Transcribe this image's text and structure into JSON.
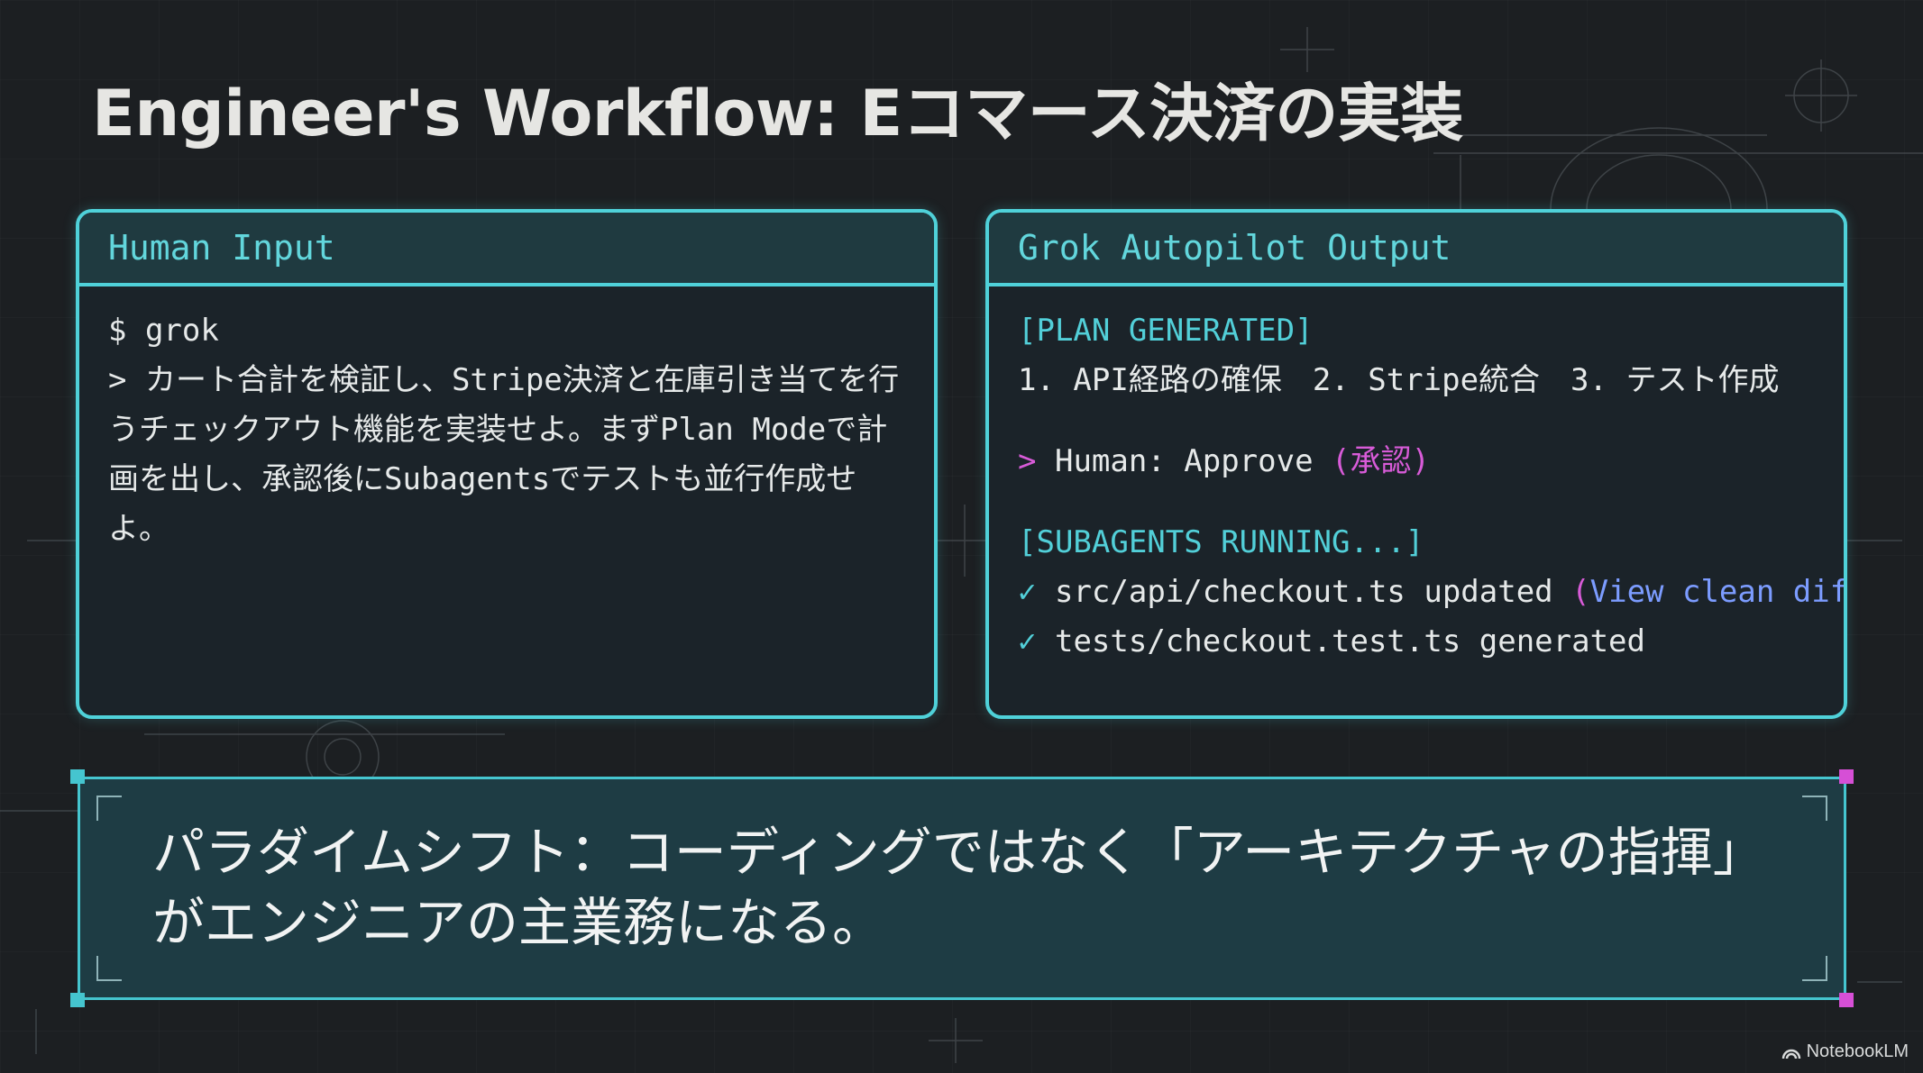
{
  "title": "Engineer's Workflow: Eコマース決済の実装",
  "human_panel": {
    "header": "Human Input",
    "lines": [
      "$ grok",
      "> カート合計を検証し、Stripe決済と在庫引き当てを行うチェックアウト機能を実装せよ。まずPlan Modeで計画を出し、承認後にSubagentsでテストも並行作成せよ。"
    ]
  },
  "grok_panel": {
    "header": "Grok Autopilot Output",
    "plan_tag": "[PLAN GENERATED]",
    "plan_steps": "1. API経路の確保　2. Stripe統合　3. テスト作成",
    "approve_prompt": ">",
    "approve_text": "Human: Approve",
    "approve_note": "(承認)",
    "running_tag": "[SUBAGENTS RUNNING...]",
    "check_mark": "✓",
    "result_1": "src/api/checkout.ts updated",
    "result_1_link_open": "(",
    "result_1_link": "View clean diff",
    "result_1_link_close": ")",
    "result_2": "tests/checkout.test.ts generated"
  },
  "banner": {
    "text": "パラダイムシフト：コーディングではなく「アーキテクチャの指揮」がエンジニアの主業務になる。"
  },
  "logo": {
    "label": "NotebookLM"
  },
  "colors": {
    "accent_cyan": "#4fd1d9",
    "accent_magenta": "#d85bd8",
    "link_blue": "#7c9cff",
    "background": "#1c1f22"
  }
}
